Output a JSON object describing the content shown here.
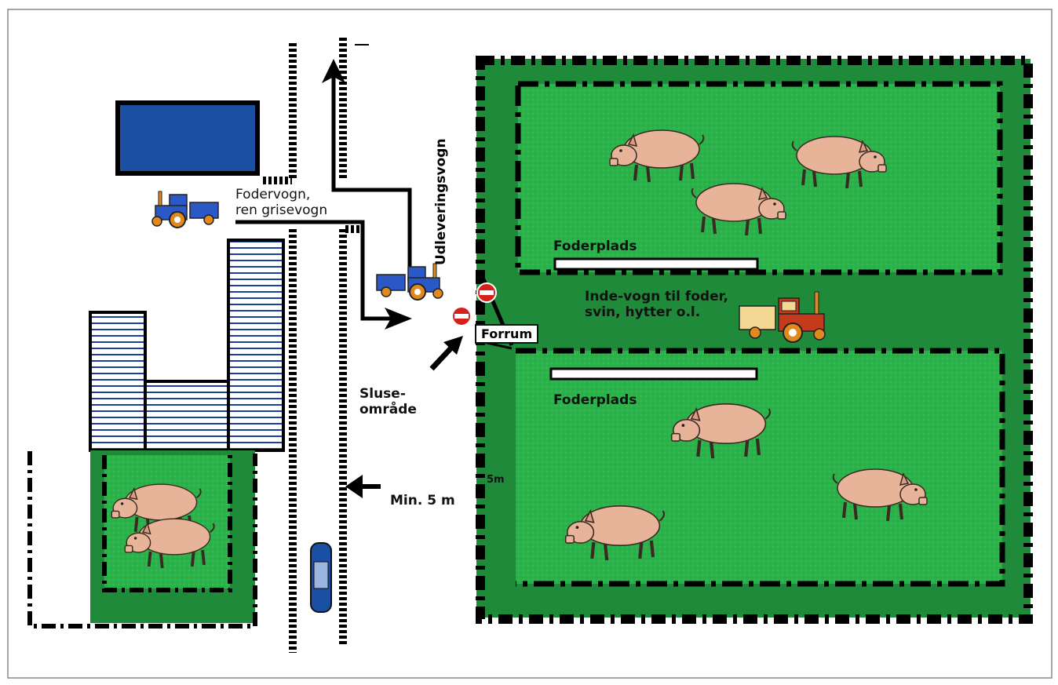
{
  "labels": {
    "fodervogn": "Fodervogn,",
    "ren_grisevogn": "ren grisevogn",
    "udleveringsvogn": "Udleveringsvogn",
    "foderplads_top": "Foderplads",
    "foderplads_bottom": "Foderplads",
    "inde_vogn_1": "Inde-vogn til foder,",
    "inde_vogn_2": "svin, hytter o.l.",
    "forrum": "Forrum",
    "sluse_1": "Sluse-",
    "sluse_2": "område",
    "min_5m": "Min.  5 m",
    "five_m": "5m"
  },
  "colors": {
    "grass": "#2bb24a",
    "grass_dark": "#1f8a3a",
    "water": "#1b4fa3",
    "pig": "#e7b49a",
    "building_stripe": "#1b3f9a",
    "tractor_blue": "#2a59c7",
    "tractor_red": "#c43a1a"
  }
}
